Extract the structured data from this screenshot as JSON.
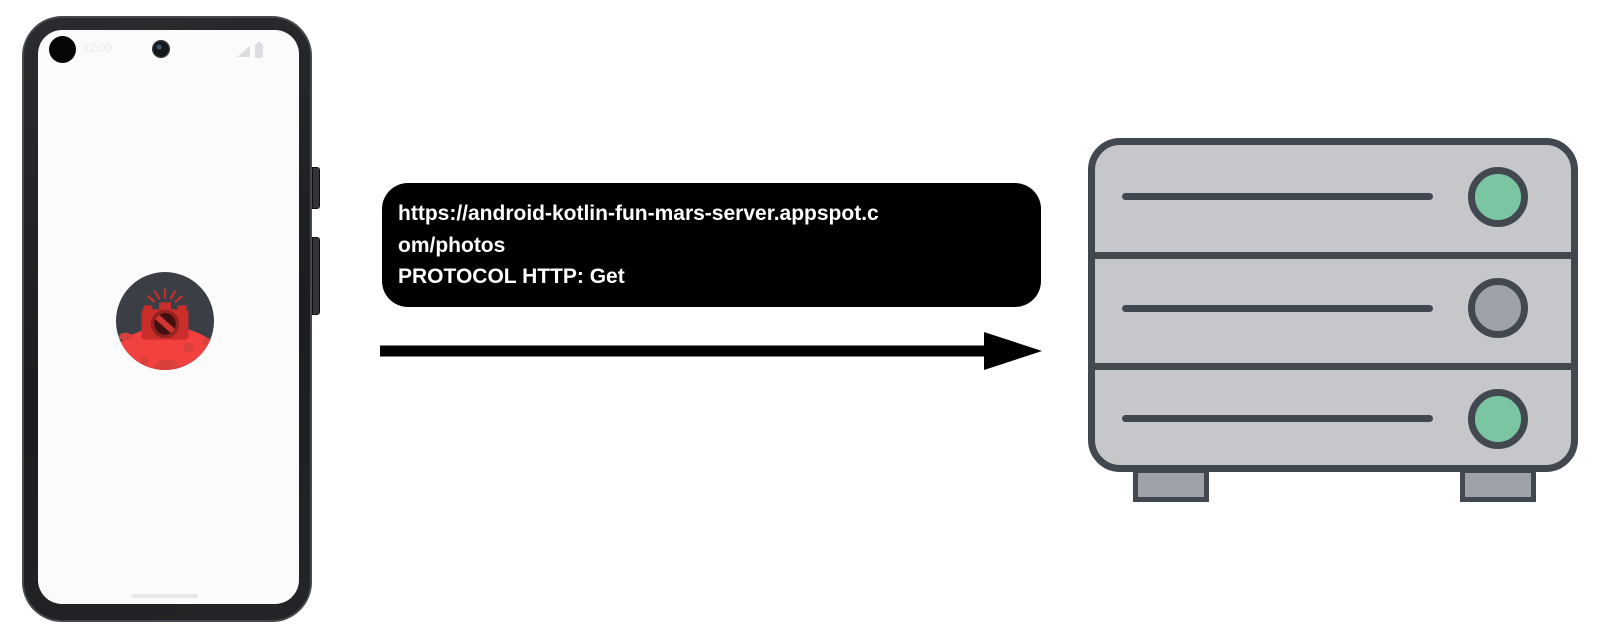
{
  "phone": {
    "status_time": "12:00"
  },
  "request_bubble": {
    "lines": [
      "https://android-kotlin-fun-mars-server.appspot.c",
      "om/photos",
      "PROTOCOL HTTP: Get"
    ],
    "full_url": "https://android-kotlin-fun-mars-server.appspot.com/photos",
    "protocol": "PROTOCOL HTTP: Get"
  },
  "server": {
    "leds": [
      "green",
      "gray",
      "green"
    ]
  },
  "icons": {
    "notification-dot-icon": "filled black circle",
    "front-camera-icon": "punch-hole camera dot",
    "signal-icon": "cellular signal triangle",
    "battery-icon": "battery",
    "mars-photos-app-icon": "red camera over red planet in dark circle",
    "request-arrow-icon": "right-pointing black arrow",
    "server-led-icon": "round indicator light"
  },
  "colors": {
    "bubble_bg": "#000000",
    "bubble_text": "#ffffff",
    "server_body": "#c6c7cb",
    "server_outline": "#424850",
    "led_green": "#7cc5a2",
    "led_gray": "#a0a2aa",
    "mars_red": "#f2413f",
    "camera_red": "#c92e2a",
    "icon_sky": "#3b3f45",
    "arrow_black": "#000000"
  }
}
